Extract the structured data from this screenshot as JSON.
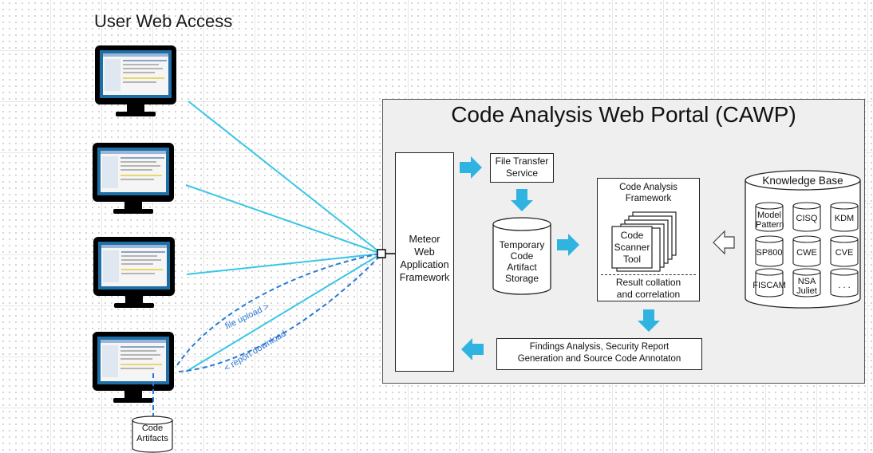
{
  "user_area": {
    "title": "User Web Access"
  },
  "portal": {
    "title": "Code Analysis Web Portal (CAWP)"
  },
  "meteor": {
    "label_lines": [
      "Meteor",
      "Web",
      "Application",
      "Framework"
    ]
  },
  "file_transfer": {
    "label_lines": [
      "File Transfer",
      "Service"
    ]
  },
  "storage": {
    "label_lines": [
      "Temporary",
      "Code",
      "Artifact",
      "Storage"
    ]
  },
  "code_analysis": {
    "title_lines": [
      "Code Analysis",
      "Framework"
    ],
    "scanner_lines": [
      "Code",
      "Scanner",
      "Tool"
    ],
    "result_lines": [
      "Result collation",
      "and correlation"
    ]
  },
  "report": {
    "label_lines": [
      "Findings Analysis, Security Report",
      "Generation and Source Code Annotaton"
    ]
  },
  "knowledge_base": {
    "title": "Knowledge Base",
    "items": [
      "Model Pattern",
      "CISQ",
      "KDM",
      "SP800",
      "CWE",
      "CVE",
      "FISCAM",
      "NSA Juliet",
      ". . ."
    ]
  },
  "connections": {
    "upload_label": "file upload >",
    "download_label": "< report download"
  },
  "code_artifacts": {
    "label_lines": [
      "Code",
      "Artifacts"
    ]
  },
  "colors": {
    "line": "#39c6e6",
    "dashed": "#2a78d6",
    "arrow": "#2fb3e0",
    "portal_bg": "#efefef"
  }
}
